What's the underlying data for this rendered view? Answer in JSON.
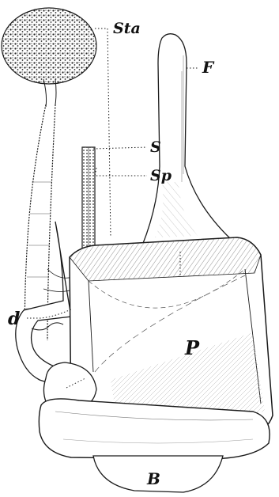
{
  "figure": {
    "labels": {
      "sta": "Sta",
      "f": "F",
      "s": "S",
      "sp": "Sp",
      "d": "d",
      "p": "P",
      "b": "B"
    },
    "colors": {
      "ink": "#1a1a1a",
      "paper": "#ffffff",
      "shade": "#9a9a9a"
    }
  }
}
